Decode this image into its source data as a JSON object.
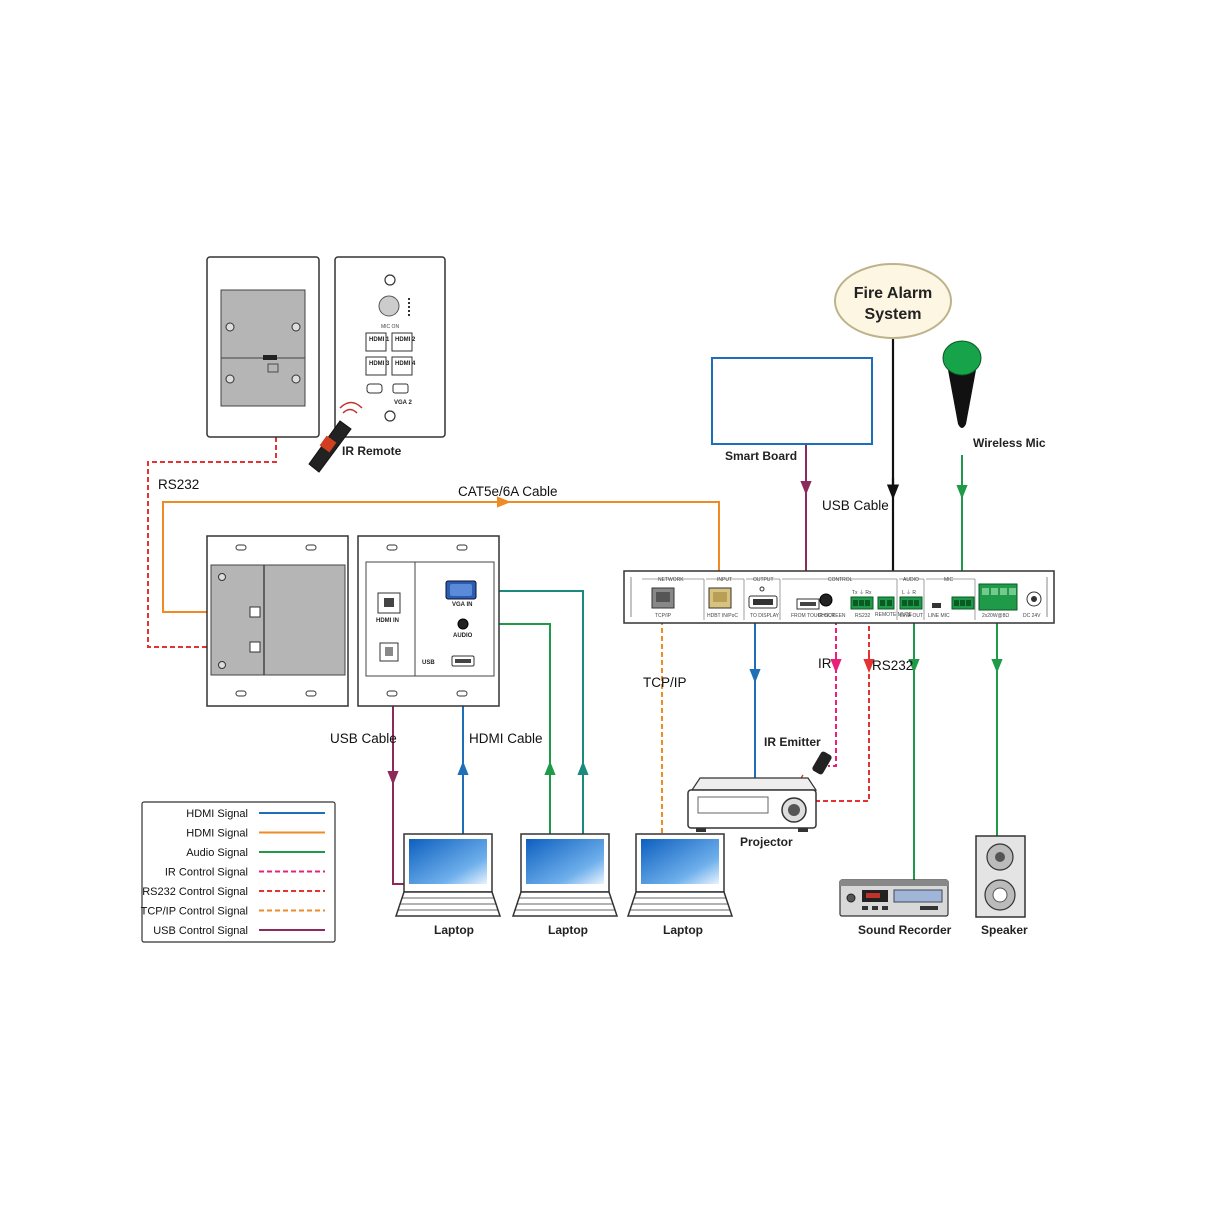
{
  "labels": {
    "ir_remote": "IR Remote",
    "rs232_left": "RS232",
    "cat_cable": "CAT5e/6A Cable",
    "smart_board": "Smart Board",
    "usb_cable_top": "USB Cable",
    "fire_alarm_line1": "Fire Alarm",
    "fire_alarm_line2": "System",
    "wireless_mic": "Wireless Mic",
    "tcp_ip": "TCP/IP",
    "ir": "IR",
    "rs232_right": "RS232",
    "ir_emitter": "IR Emitter",
    "projector": "Projector",
    "usb_cable_bottom": "USB Cable",
    "hdmi_cable": "HDMI Cable",
    "laptop_1": "Laptop",
    "laptop_2": "Laptop",
    "laptop_3": "Laptop",
    "sound_recorder": "Sound Recorder",
    "speaker": "Speaker"
  },
  "wallplate": {
    "mic_on": "MIC ON",
    "hdmi_1": "HDMI 1",
    "hdmi_2": "HDMI 2",
    "hdmi_3": "HDMI 3",
    "hdmi_4": "HDMI 4",
    "vga_2": "VGA 2"
  },
  "transmitter": {
    "hdmi_in": "HDMI IN",
    "vga_in": "VGA IN",
    "audio": "AUDIO",
    "usb": "USB"
  },
  "receiver": {
    "network": "NETWORK",
    "input": "INPUT",
    "output": "OUTPUT",
    "control": "CONTROL",
    "audio": "AUDIO",
    "mic": "MIC",
    "tcp_ip": "TCP/IP",
    "hdbt_in": "HDBT IN/PoC",
    "to_display": "TO DISPLAY",
    "from_touchscreen": "FROM TOUCHSCREEN",
    "ir_out": "IR OUT",
    "rs232": "RS232",
    "txrx": "Tx ⏚ Rx",
    "remote_mute": "REMOTE MUTE",
    "lr": "L ⏚ R",
    "line_out": "LINE OUT",
    "line_mic": "LINE  MIC",
    "amp": "2x20W@8Ω",
    "dc": "DC 24V"
  },
  "legend": [
    {
      "label": "HDMI Signal",
      "color": "#1f6fb8",
      "dashed": false
    },
    {
      "label": "HDMI Signal",
      "color": "#f08a24",
      "dashed": false
    },
    {
      "label": "Audio Signal",
      "color": "#1e9a49",
      "dashed": false
    },
    {
      "label": "IR Control Signal",
      "color": "#e8207a",
      "dashed": true
    },
    {
      "label": "RS232 Control Signal",
      "color": "#e53232",
      "dashed": true
    },
    {
      "label": "TCP/IP Control Signal",
      "color": "#f08a24",
      "dashed": true
    },
    {
      "label": "USB Control Signal",
      "color": "#8c2a5c",
      "dashed": false
    }
  ],
  "colors": {
    "hdmi": "#1f6fb8",
    "hdbaset": "#f08a24",
    "audio": "#1e9a49",
    "ir": "#e8207a",
    "rs232": "#e53232",
    "tcpip": "#f08a24",
    "usb": "#8c2a5c",
    "vga": "#1a8a7e",
    "fire": "#111111"
  }
}
